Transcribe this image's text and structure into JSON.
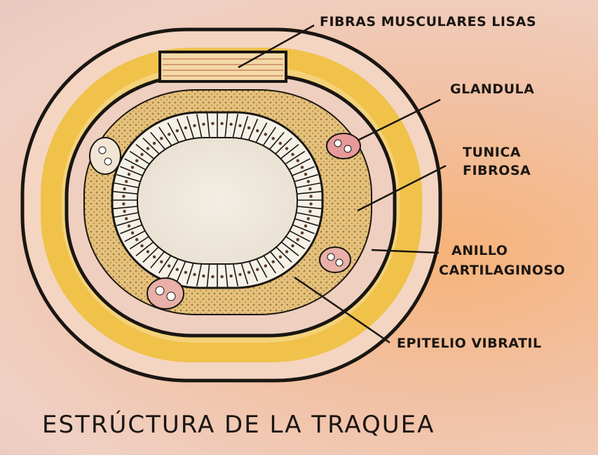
{
  "title": "ESTRÚCTURA  DE LA TRAQUEA",
  "labels": {
    "fibras": "FIBRAS MUSCULARES LISAS",
    "glandula": "GLANDULA",
    "tunica_1": "TUNICA",
    "tunica_2": "FIBROSA",
    "anillo_1": "ANILLO",
    "anillo_2": "CARTILAGINOSO",
    "epitelio": "EPITELIO VIBRATIL"
  },
  "colors": {
    "background": "#f2c2a6",
    "cartilage": "#f0c24a",
    "mucosa": "#e8d8a0",
    "outline": "#1a1612"
  }
}
